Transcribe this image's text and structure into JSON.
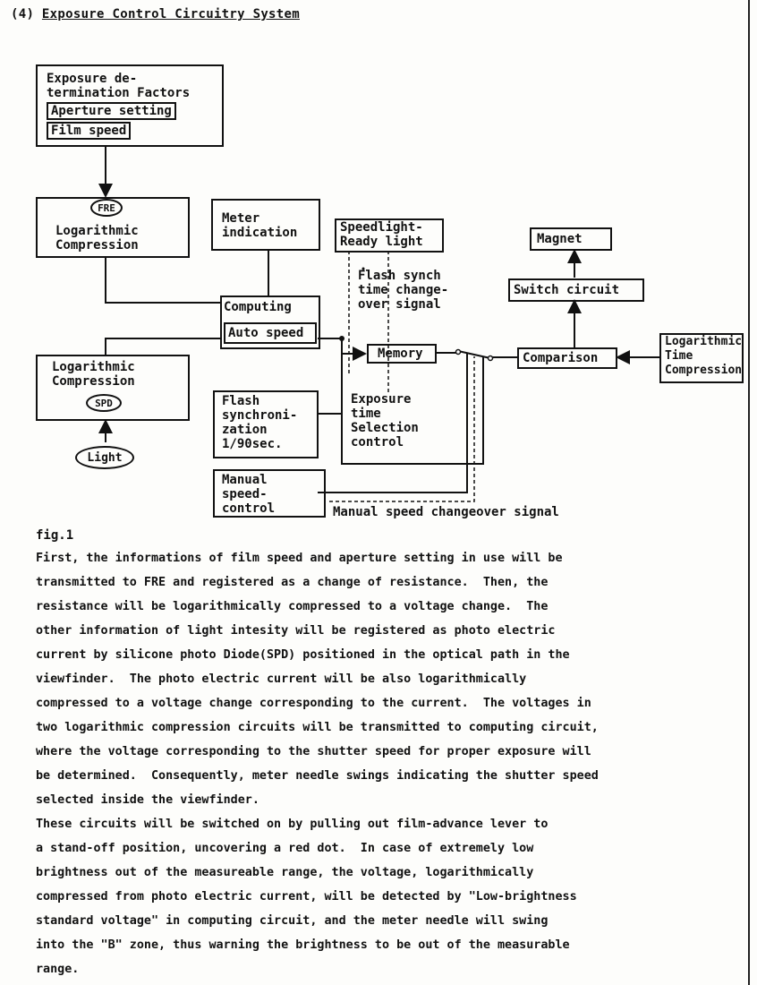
{
  "heading": {
    "number": "(4)",
    "title": "Exposure Control Circuitry System"
  },
  "diagram": {
    "exposure_factors": {
      "title_l1": "Exposure de-",
      "title_l2": "termination Factors",
      "aperture": "Aperture setting",
      "film": "Film speed"
    },
    "fre_label": "FRE",
    "log_comp_top": {
      "l1": "Logarithmic",
      "l2": "Compression"
    },
    "meter": {
      "l1": "Meter",
      "l2": "indication"
    },
    "speedlight": {
      "l1": "Speedlight-",
      "l2": "Ready light"
    },
    "magnet": "Magnet",
    "flash_synch_signal": {
      "l1": "Flash synch",
      "l2": "time change-",
      "l3": "over signal"
    },
    "switch_circuit": "Switch circuit",
    "computing": "Computing",
    "auto_speed": "Auto speed",
    "memory": "Memory",
    "comparison": "Comparison",
    "log_time": {
      "l1": "Logarithmic",
      "l2": "Time",
      "l3": "Compression"
    },
    "log_comp_bottom": {
      "l1": "Logarithmic",
      "l2": "Compression"
    },
    "spd_label": "SPD",
    "light": "Light",
    "flash_sync": {
      "l1": "Flash",
      "l2": "synchroni-",
      "l3": "zation",
      "l4": "1/90sec."
    },
    "exposure_time": {
      "l1": "Exposure",
      "l2": "time",
      "l3": "Selection",
      "l4": "control"
    },
    "manual": {
      "l1": "Manual",
      "l2": "speed-",
      "l3": "control"
    },
    "manual_signal": "Manual speed changeover signal"
  },
  "fig_label": "fig.1",
  "paragraph": [
    "First, the informations of film speed and aperture setting in use will be",
    "transmitted to FRE and registered as a change of resistance.  Then, the",
    "resistance will be logarithmically compressed to a voltage change.  The",
    "other information of light intesity will be registered as photo electric",
    "current by silicone photo Diode(SPD) positioned in the optical path in the",
    "viewfinder.  The photo electric current will be also logarithmically",
    "compressed to a voltage change corresponding to the current.  The voltages in",
    "two logarithmic compression circuits will be transmitted to computing circuit,",
    "where the voltage corresponding to the shutter speed for proper exposure will",
    "be determined.  Consequently, meter needle swings indicating the shutter speed",
    "selected inside the viewfinder.",
    "These circuits will be switched on by pulling out film-advance lever to",
    "a stand-off position, uncovering a red dot.  In case of extremely low",
    "brightness out of the measureable range, the voltage, logarithmically",
    "compressed from photo electric current, will be detected by \"Low-brightness",
    "standard voltage\" in computing circuit, and the meter needle will swing",
    "into the \"B\" zone, thus warning the brightness to be out of the measurable",
    "range."
  ]
}
